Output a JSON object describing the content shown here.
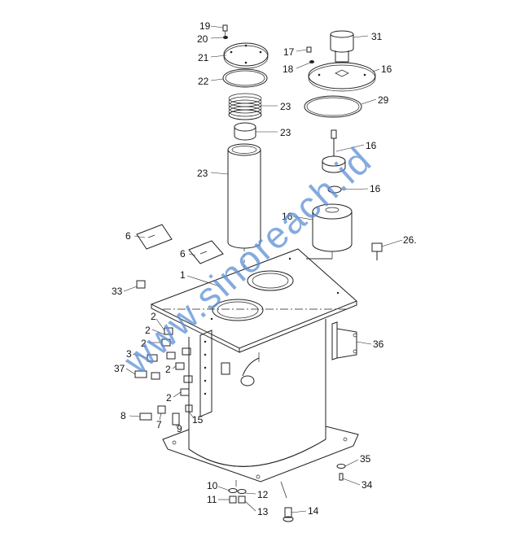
{
  "watermark": "www.sinoreach.id",
  "callouts": [
    {
      "id": "c19a",
      "text": "19"
    },
    {
      "id": "c20",
      "text": "20"
    },
    {
      "id": "c21",
      "text": "21"
    },
    {
      "id": "c22",
      "text": "22"
    },
    {
      "id": "c23a",
      "text": "23"
    },
    {
      "id": "c23b",
      "text": "23"
    },
    {
      "id": "c23c",
      "text": "23"
    },
    {
      "id": "c31",
      "text": "31"
    },
    {
      "id": "c17",
      "text": "17"
    },
    {
      "id": "c18",
      "text": "18"
    },
    {
      "id": "c16a",
      "text": "16"
    },
    {
      "id": "c29",
      "text": "29"
    },
    {
      "id": "c16b",
      "text": "16"
    },
    {
      "id": "c16c",
      "text": "16"
    },
    {
      "id": "c16d",
      "text": "16"
    },
    {
      "id": "c26",
      "text": "26."
    },
    {
      "id": "c6a",
      "text": "6"
    },
    {
      "id": "c6b",
      "text": "6"
    },
    {
      "id": "c1",
      "text": "1"
    },
    {
      "id": "c33",
      "text": "33"
    },
    {
      "id": "c2a",
      "text": "2"
    },
    {
      "id": "c2b",
      "text": "2"
    },
    {
      "id": "c2c",
      "text": "2"
    },
    {
      "id": "c2d",
      "text": "2"
    },
    {
      "id": "c2e",
      "text": "2"
    },
    {
      "id": "c3",
      "text": "3"
    },
    {
      "id": "c37",
      "text": "37"
    },
    {
      "id": "c8",
      "text": "8"
    },
    {
      "id": "c7",
      "text": "7"
    },
    {
      "id": "c9",
      "text": "9"
    },
    {
      "id": "c15",
      "text": "15"
    },
    {
      "id": "c36",
      "text": "36"
    },
    {
      "id": "c35",
      "text": "35"
    },
    {
      "id": "c34",
      "text": "34"
    },
    {
      "id": "c10",
      "text": "10"
    },
    {
      "id": "c11",
      "text": "11"
    },
    {
      "id": "c12",
      "text": "12"
    },
    {
      "id": "c13",
      "text": "13"
    },
    {
      "id": "c14",
      "text": "14"
    }
  ]
}
